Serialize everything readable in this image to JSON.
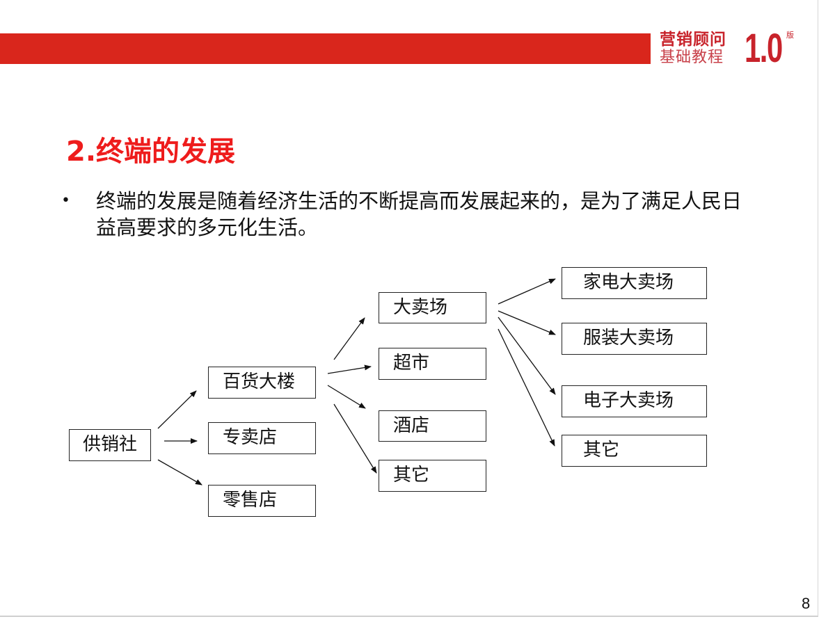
{
  "header": {
    "brand_line1": "营销顾问",
    "brand_line2": "基础教程",
    "version": "1.0",
    "version_suffix": "版",
    "bar_color": "#d9261c",
    "brand_color": "#c8232b"
  },
  "slide": {
    "title": "2.终端的发展",
    "title_color": "#ee1c1c",
    "bullet_marker": "•",
    "bullet_text": "终端的发展是随着经济生活的不断提高而发展起来的，是为了满足人民日益高要求的多元化生活。",
    "page_number": "8"
  },
  "diagram": {
    "root": {
      "label": "供销社"
    },
    "level1": [
      {
        "label": "百货大楼"
      },
      {
        "label": "专卖店"
      },
      {
        "label": "零售店"
      }
    ],
    "level2": [
      {
        "label": "大卖场"
      },
      {
        "label": "超市"
      },
      {
        "label": "酒店"
      },
      {
        "label": "其它"
      }
    ],
    "level3": [
      {
        "label": "家电大卖场"
      },
      {
        "label": "服装大卖场"
      },
      {
        "label": "电子大卖场"
      },
      {
        "label": "其它"
      }
    ],
    "edges": [
      [
        "供销社",
        "百货大楼"
      ],
      [
        "供销社",
        "专卖店"
      ],
      [
        "供销社",
        "零售店"
      ],
      [
        "百货大楼",
        "大卖场"
      ],
      [
        "百货大楼",
        "超市"
      ],
      [
        "百货大楼",
        "酒店"
      ],
      [
        "百货大楼",
        "其它"
      ],
      [
        "大卖场",
        "家电大卖场"
      ],
      [
        "大卖场",
        "服装大卖场"
      ],
      [
        "大卖场",
        "电子大卖场"
      ],
      [
        "大卖场",
        "其它"
      ]
    ]
  }
}
